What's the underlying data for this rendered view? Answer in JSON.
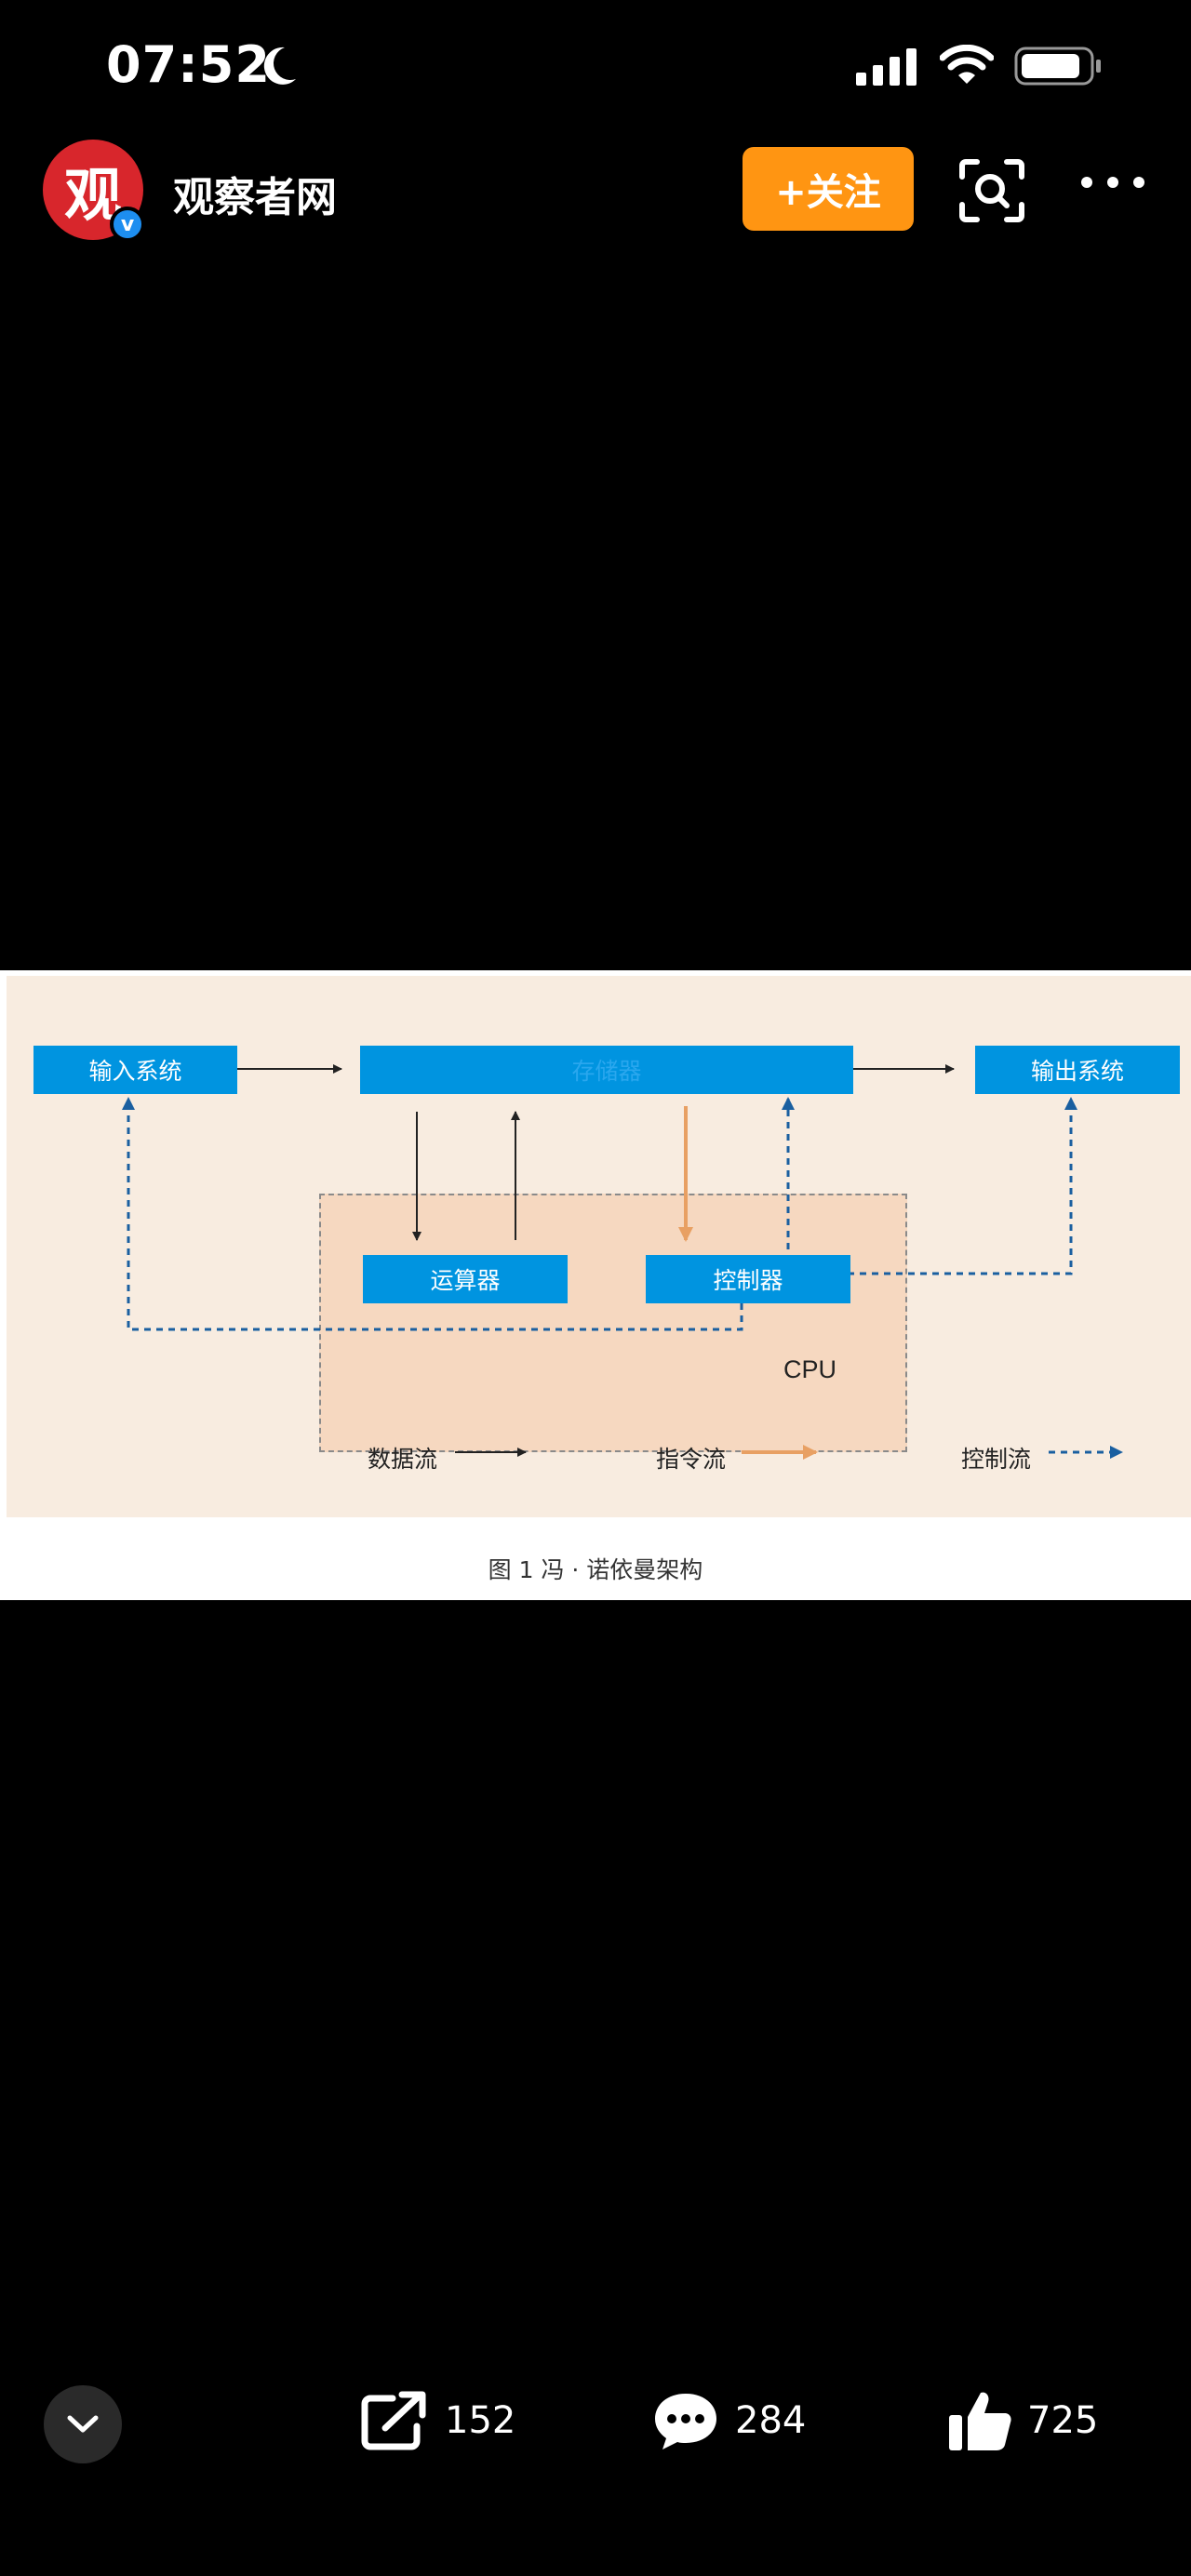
{
  "status_bar": {
    "time": "07:52"
  },
  "header": {
    "account_name": "观察者网",
    "avatar_char": "观",
    "verified_mark": "v",
    "follow_label": "+关注"
  },
  "figure": {
    "boxes": {
      "input": "输入系统",
      "memory": "存储器",
      "output": "输出系统",
      "alu": "运算器",
      "controller": "控制器"
    },
    "cpu_label": "CPU",
    "legend": {
      "data_flow": "数据流",
      "instruction_flow": "指令流",
      "control_flow": "控制流"
    },
    "caption": "图 1 冯 · 诺依曼架构"
  },
  "actions": {
    "share_count": "152",
    "comment_count": "284",
    "like_count": "725"
  },
  "colors": {
    "follow_button": "#ff9512",
    "box_blue": "#0094e0",
    "instruction_arrow": "#e8a063",
    "control_arrow": "#1a5fa0",
    "diagram_bg": "#f8ece0",
    "cpu_bg": "#f6d8c0"
  },
  "icons": [
    "moon-icon",
    "signal-icon",
    "wifi-icon",
    "battery-icon",
    "verified-icon",
    "scan-icon",
    "more-icon",
    "chevron-down-icon",
    "share-icon",
    "comment-icon",
    "like-icon"
  ]
}
